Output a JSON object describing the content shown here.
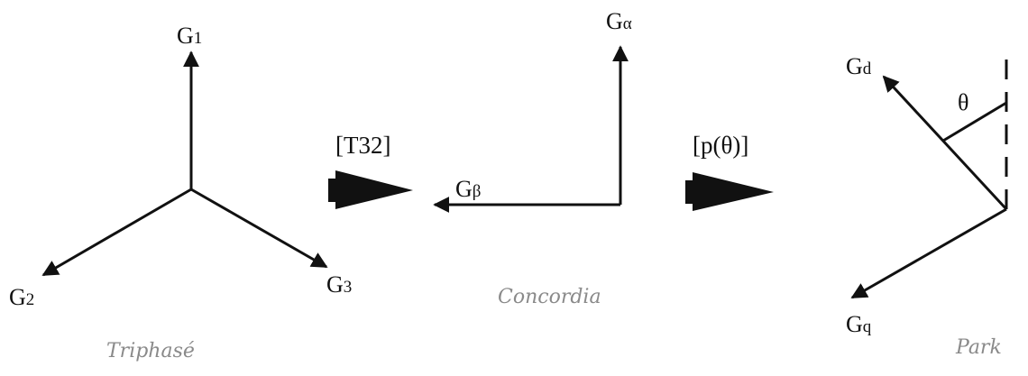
{
  "triphase": {
    "axis_1": {
      "base": "G",
      "sub": "1"
    },
    "axis_2": {
      "base": "G",
      "sub": "2"
    },
    "axis_3": {
      "base": "G",
      "sub": "3"
    },
    "handwritten_caption": "Triphasé"
  },
  "transform_1": {
    "label": "[T32]"
  },
  "concordia": {
    "axis_alpha": {
      "base": "G",
      "sub": "α"
    },
    "axis_beta": {
      "base": "G",
      "sub": "β"
    },
    "handwritten_caption": "Concordia"
  },
  "transform_2": {
    "label": "[p(θ)]"
  },
  "park": {
    "axis_d": {
      "base": "G",
      "sub": "d"
    },
    "axis_q": {
      "base": "G",
      "sub": "q"
    },
    "angle": "θ",
    "handwritten_caption": "Park"
  }
}
